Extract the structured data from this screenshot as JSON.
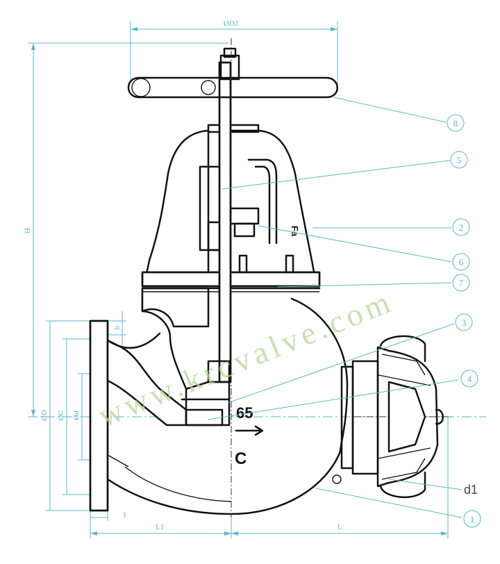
{
  "dimensions": {
    "handwheel_diameter": "ØD2",
    "height": "H",
    "flange_outer": "ØD",
    "bolt_circle": "ØC",
    "raised_face": "Ød",
    "flange_thickness": "b",
    "face_height": "f",
    "face_to_center": "L1",
    "center_to_outlet": "L",
    "coupling_size": "d1"
  },
  "callouts": [
    "1",
    "2",
    "3",
    "4",
    "5",
    "6",
    "7",
    "8"
  ],
  "cast_marks": {
    "size": "65",
    "material": "C",
    "bonnet": "Fa"
  },
  "watermark": "www.krcvalve.com",
  "colors": {
    "dimension": "#5bb6c9",
    "outline": "#111111",
    "watermark": "#b7d69a"
  }
}
